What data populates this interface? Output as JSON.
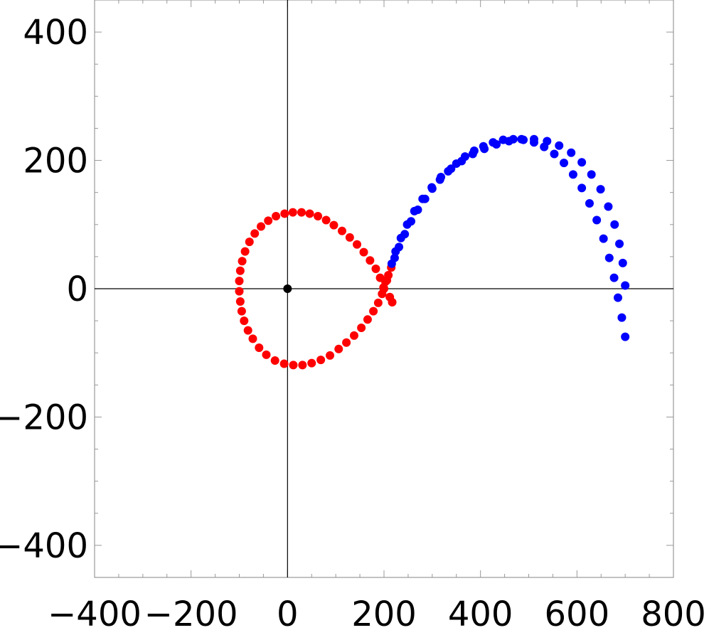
{
  "chart_data": {
    "type": "scatter",
    "title": "",
    "xlabel": "",
    "ylabel": "",
    "xlim": [
      -400,
      800
    ],
    "ylim": [
      -450,
      450
    ],
    "grid": false,
    "frame": true,
    "axes_through_origin": true,
    "x_ticks": [
      -400,
      -200,
      0,
      200,
      400,
      600,
      800
    ],
    "y_ticks": [
      -400,
      -200,
      0,
      200,
      400
    ],
    "x_tick_labels": [
      "−400",
      "−200",
      "0",
      "200",
      "400",
      "600",
      "800"
    ],
    "y_tick_labels": [
      "−400",
      "−200",
      "0",
      "200",
      "400"
    ],
    "series": [
      {
        "color": "#ff0000",
        "points": [
          [
            200,
            0
          ],
          [
            192,
            17
          ],
          [
            183,
            31
          ],
          [
            171,
            44
          ],
          [
            158,
            57
          ],
          [
            144,
            69
          ],
          [
            129,
            80
          ],
          [
            113,
            90
          ],
          [
            96,
            99
          ],
          [
            80,
            107
          ],
          [
            63,
            113
          ],
          [
            46,
            117
          ],
          [
            29,
            119
          ],
          [
            11,
            119
          ],
          [
            -6,
            117
          ],
          [
            -24,
            113
          ],
          [
            -40,
            106
          ],
          [
            -55,
            97
          ],
          [
            -68,
            86
          ],
          [
            -79,
            73
          ],
          [
            -88,
            58
          ],
          [
            -94,
            43
          ],
          [
            -98,
            28
          ],
          [
            -100,
            12
          ],
          [
            -100,
            -4
          ],
          [
            -98,
            -20
          ],
          [
            -95,
            -35
          ],
          [
            -90,
            -50
          ],
          [
            -82,
            -65
          ],
          [
            -72,
            -78
          ],
          [
            -59,
            -92
          ],
          [
            -44,
            -103
          ],
          [
            -26,
            -112
          ],
          [
            -7,
            -117
          ],
          [
            12,
            -119
          ],
          [
            31,
            -119
          ],
          [
            50,
            -116
          ],
          [
            69,
            -111
          ],
          [
            88,
            -104
          ],
          [
            106,
            -94
          ],
          [
            122,
            -84
          ],
          [
            138,
            -73
          ],
          [
            153,
            -61
          ],
          [
            166,
            -48
          ],
          [
            178,
            -35
          ],
          [
            188,
            -22
          ],
          [
            196,
            -8
          ],
          [
            199,
            2
          ],
          [
            203,
            11
          ],
          [
            209,
            21
          ],
          [
            215,
            33
          ],
          [
            206,
            13
          ],
          [
            212,
            -13
          ],
          [
            217,
            -21
          ]
        ]
      },
      {
        "color": "#0000ff",
        "points": [
          [
            222,
            48
          ],
          [
            231,
            65
          ],
          [
            243,
            85
          ],
          [
            256,
            105
          ],
          [
            270,
            123
          ],
          [
            285,
            140
          ],
          [
            300,
            156
          ],
          [
            316,
            170
          ],
          [
            333,
            183
          ],
          [
            350,
            195
          ],
          [
            368,
            206
          ],
          [
            387,
            215
          ],
          [
            406,
            222
          ],
          [
            426,
            228
          ],
          [
            447,
            232
          ],
          [
            468,
            233
          ],
          [
            489,
            232
          ],
          [
            511,
            228
          ],
          [
            532,
            221
          ],
          [
            553,
            210
          ],
          [
            573,
            196
          ],
          [
            592,
            178
          ],
          [
            610,
            157
          ],
          [
            626,
            133
          ],
          [
            641,
            107
          ],
          [
            655,
            78
          ],
          [
            667,
            48
          ],
          [
            677,
            17
          ],
          [
            685,
            -14
          ],
          [
            693,
            -45
          ],
          [
            700,
            -75
          ],
          [
            700,
            5
          ],
          [
            695,
            40
          ],
          [
            688,
            70
          ],
          [
            678,
            100
          ],
          [
            665,
            128
          ],
          [
            649,
            155
          ],
          [
            630,
            178
          ],
          [
            610,
            197
          ],
          [
            588,
            212
          ],
          [
            563,
            223
          ],
          [
            538,
            230
          ],
          [
            511,
            233
          ],
          [
            485,
            233
          ],
          [
            459,
            230
          ],
          [
            433,
            225
          ],
          [
            408,
            218
          ],
          [
            384,
            210
          ],
          [
            361,
            199
          ],
          [
            339,
            187
          ],
          [
            318,
            174
          ],
          [
            299,
            158
          ],
          [
            280,
            140
          ],
          [
            263,
            121
          ],
          [
            248,
            100
          ],
          [
            235,
            79
          ],
          [
            224,
            58
          ],
          [
            216,
            39
          ]
        ]
      },
      {
        "color": "#000000",
        "points": [
          [
            0,
            0
          ]
        ]
      }
    ]
  }
}
